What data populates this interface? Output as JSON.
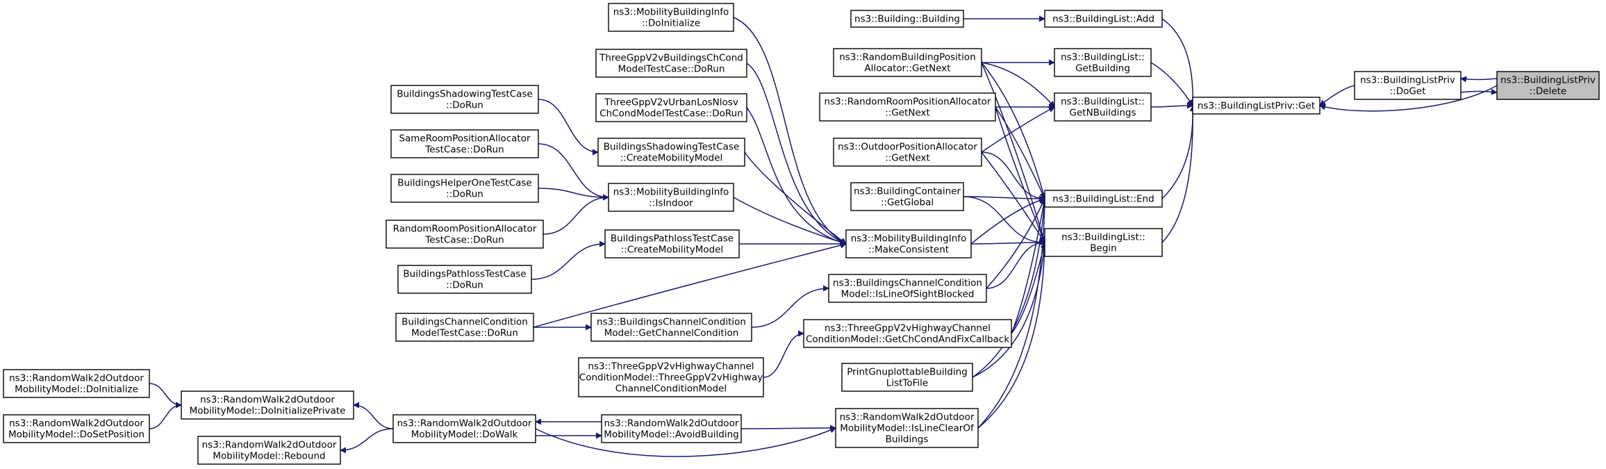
{
  "graph": {
    "nodes": [
      {
        "id": "delete",
        "lines": [
          "ns3::BuildingListPriv",
          "::Delete"
        ],
        "root": true
      },
      {
        "id": "doget",
        "lines": [
          "ns3::BuildingListPriv",
          "::DoGet"
        ]
      },
      {
        "id": "privget",
        "lines": [
          "ns3::BuildingListPriv::Get"
        ]
      },
      {
        "id": "bl_add",
        "lines": [
          "ns3::BuildingList::Add"
        ]
      },
      {
        "id": "bl_getbuilding",
        "lines": [
          "ns3::BuildingList::",
          "GetBuilding"
        ]
      },
      {
        "id": "bl_getn",
        "lines": [
          "ns3::BuildingList::",
          "GetNBuildings"
        ]
      },
      {
        "id": "bl_end",
        "lines": [
          "ns3::BuildingList::End"
        ]
      },
      {
        "id": "bl_begin",
        "lines": [
          "ns3::BuildingList::",
          "Begin"
        ]
      },
      {
        "id": "b_building",
        "lines": [
          "ns3::Building::Building"
        ]
      },
      {
        "id": "rbpa_next",
        "lines": [
          "ns3::RandomBuildingPosition",
          "Allocator::GetNext"
        ]
      },
      {
        "id": "rrpa_next",
        "lines": [
          "ns3::RandomRoomPositionAllocator",
          "::GetNext"
        ]
      },
      {
        "id": "opa_next",
        "lines": [
          "ns3::OutdoorPositionAllocator",
          "::GetNext"
        ]
      },
      {
        "id": "bc_global",
        "lines": [
          "ns3::BuildingContainer",
          "::GetGlobal"
        ]
      },
      {
        "id": "mbi_make",
        "lines": [
          "ns3::MobilityBuildingInfo",
          "::MakeConsistent"
        ]
      },
      {
        "id": "bccm_los",
        "lines": [
          "ns3::BuildingsChannelCondition",
          "Model::IsLineOfSightBlocked"
        ]
      },
      {
        "id": "hw_getch",
        "lines": [
          "ns3::ThreeGppV2vHighwayChannel",
          "ConditionModel::GetChCondAndFixCallback"
        ]
      },
      {
        "id": "pgbf",
        "lines": [
          "PrintGnuplottableBuilding",
          "ListToFile"
        ]
      },
      {
        "id": "rw_clear",
        "lines": [
          "ns3::RandomWalk2dOutdoor",
          "MobilityModel::IsLineClearOf",
          "Buildings"
        ]
      },
      {
        "id": "mbi_doinit",
        "lines": [
          "ns3::MobilityBuildingInfo",
          "::DoInitialize"
        ]
      },
      {
        "id": "tgv_bld",
        "lines": [
          "ThreeGppV2vBuildingsChCond",
          "ModelTestCase::DoRun"
        ]
      },
      {
        "id": "tgv_urb",
        "lines": [
          "ThreeGppV2vUrbanLosNlosv",
          "ChCondModelTestCase::DoRun"
        ]
      },
      {
        "id": "bst_cmm",
        "lines": [
          "BuildingsShadowingTestCase",
          "::CreateMobilityModel"
        ]
      },
      {
        "id": "mbi_indoor",
        "lines": [
          "ns3::MobilityBuildingInfo",
          "::IsIndoor"
        ]
      },
      {
        "id": "bpt_cmm",
        "lines": [
          "BuildingsPathlossTestCase",
          "::CreateMobilityModel"
        ]
      },
      {
        "id": "bccm_getcc",
        "lines": [
          "ns3::BuildingsChannelCondition",
          "Model::GetChannelCondition"
        ]
      },
      {
        "id": "hw_ctor",
        "lines": [
          "ns3::ThreeGppV2vHighwayChannel",
          "ConditionModel::ThreeGppV2vHighway",
          "ChannelConditionModel"
        ]
      },
      {
        "id": "rw_avoid",
        "lines": [
          "ns3::RandomWalk2dOutdoor",
          "MobilityModel::AvoidBuilding"
        ]
      },
      {
        "id": "bst_run",
        "lines": [
          "BuildingsShadowingTestCase",
          "::DoRun"
        ]
      },
      {
        "id": "srpa_run",
        "lines": [
          "SameRoomPositionAllocator",
          "TestCase::DoRun"
        ]
      },
      {
        "id": "bhot_run",
        "lines": [
          "BuildingsHelperOneTestCase",
          "::DoRun"
        ]
      },
      {
        "id": "rrpa_run",
        "lines": [
          "RandomRoomPositionAllocator",
          "TestCase::DoRun"
        ]
      },
      {
        "id": "bpt_run",
        "lines": [
          "BuildingsPathlossTestCase",
          "::DoRun"
        ]
      },
      {
        "id": "bcct_run",
        "lines": [
          "BuildingsChannelCondition",
          "ModelTestCase::DoRun"
        ]
      },
      {
        "id": "rw_dowalk",
        "lines": [
          "ns3::RandomWalk2dOutdoor",
          "MobilityModel::DoWalk"
        ]
      },
      {
        "id": "rw_dip",
        "lines": [
          "ns3::RandomWalk2dOutdoor",
          "MobilityModel::DoInitializePrivate"
        ]
      },
      {
        "id": "rw_rebound",
        "lines": [
          "ns3::RandomWalk2dOutdoor",
          "MobilityModel::Rebound"
        ]
      },
      {
        "id": "rw_doinit",
        "lines": [
          "ns3::RandomWalk2dOutdoor",
          "MobilityModel::DoInitialize"
        ]
      },
      {
        "id": "rw_setpos",
        "lines": [
          "ns3::RandomWalk2dOutdoor",
          "MobilityModel::DoSetPosition"
        ]
      }
    ]
  }
}
